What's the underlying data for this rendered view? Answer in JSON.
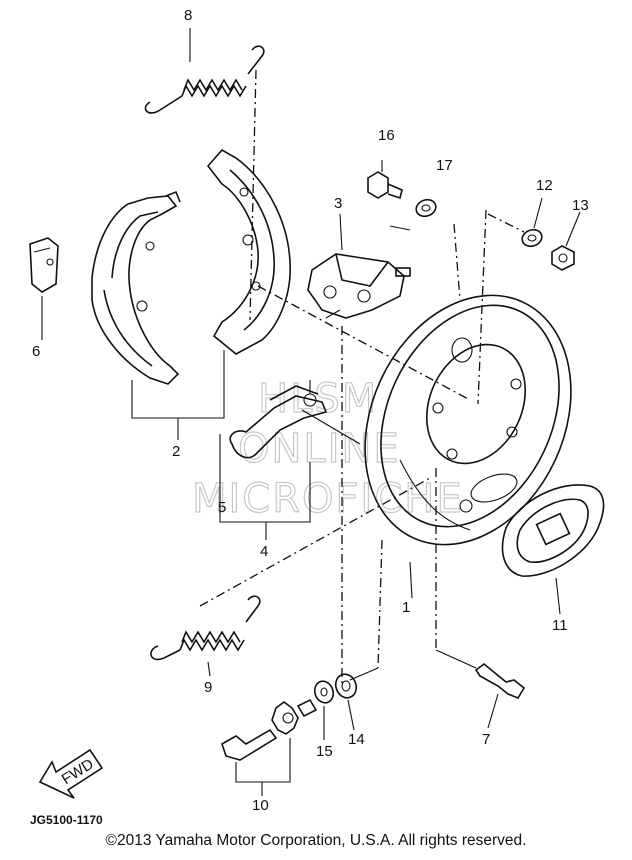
{
  "callouts": {
    "p1": "1",
    "p2": "2",
    "p3": "3",
    "p4": "4",
    "p5": "5",
    "p6": "6",
    "p7": "7",
    "p8": "8",
    "p9": "9",
    "p10": "10",
    "p11": "11",
    "p12": "12",
    "p13": "13",
    "p14": "14",
    "p15": "15",
    "p16": "16",
    "p17": "17"
  },
  "part_code": "JG5100-1170",
  "fwd_label": "FWD",
  "watermark": [
    "HLSM",
    "ONLINE",
    "MICROFICHE"
  ],
  "copyright": "©2013 Yamaha Motor Corporation, U.S.A. All rights reserved."
}
